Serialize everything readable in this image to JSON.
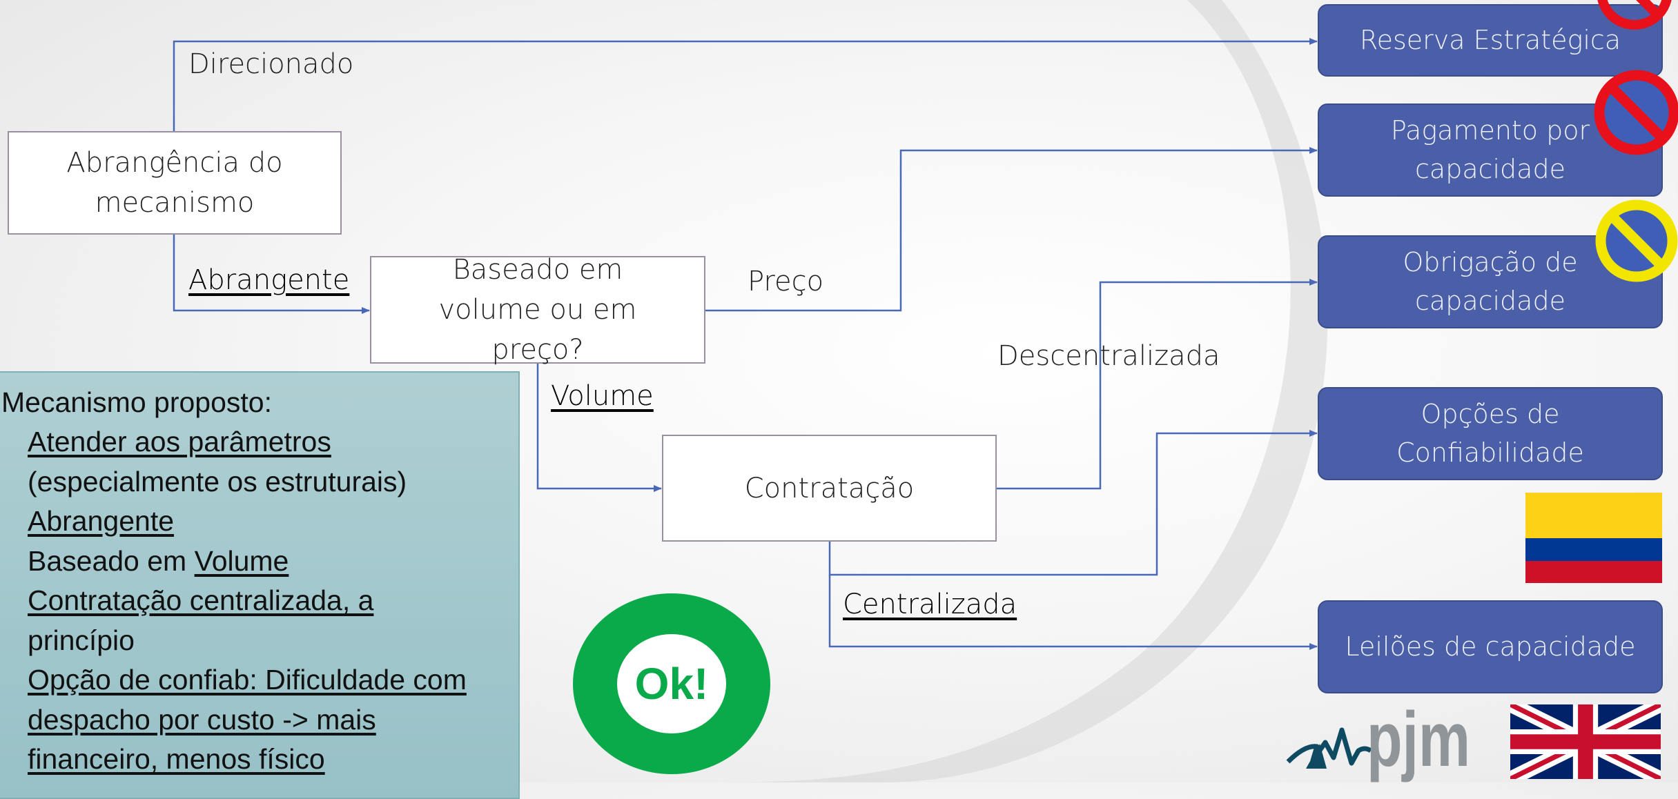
{
  "nodes": {
    "abrangencia": "Abrangência do mecanismo",
    "baseado": "Baseado em volume ou em preço?",
    "contratacao": "Contratação"
  },
  "edge_labels": {
    "direcionado": "Direcionado",
    "abrangente": "Abrangente",
    "preco": "Preço",
    "volume": "Volume",
    "descentralizada": "Descentralizada",
    "centralizada": "Centralizada"
  },
  "mechanisms": [
    {
      "label": "Reserva Estratégica",
      "status": "rejected"
    },
    {
      "label": "Pagamento por capacidade",
      "status": "rejected"
    },
    {
      "label": "Obrigação de capacidade",
      "status": "caution"
    },
    {
      "label": "Opções de Confiabilidade",
      "status": "example",
      "example": "colombia-flag"
    },
    {
      "label": "Leilões de capacidade",
      "status": "example",
      "example": "pjm-logo, uk-flag"
    }
  ],
  "panel": {
    "title": "Mecanismo proposto:",
    "items": [
      {
        "plain": "",
        "underlined": "Atender aos parâmetros"
      },
      {
        "plain": "(especialmente os estruturais)",
        "underlined": ""
      },
      {
        "plain": "",
        "underlined": "Abrangente"
      },
      {
        "plain": "Baseado em ",
        "underlined": "Volume"
      },
      {
        "plain": "",
        "underlined": "Contratação centralizada, a"
      },
      {
        "plain": "princípio",
        "underlined": ""
      },
      {
        "plain": "",
        "underlined": "Opção de confiab: Dificuldade com"
      },
      {
        "plain": "",
        "underlined": "despacho por custo -> mais"
      },
      {
        "plain": "",
        "underlined": "financeiro, menos físico"
      }
    ]
  },
  "badge": {
    "text": "Ok!"
  },
  "logo": {
    "text": "pjm"
  },
  "colors": {
    "arrow": "#4a68b8",
    "option_fill": "#4a5fa8",
    "panel_fill": "#a3c8cd",
    "ok_green": "#0aaa4a",
    "no_red": "#e8101a",
    "no_yellow": "#f2e600"
  }
}
